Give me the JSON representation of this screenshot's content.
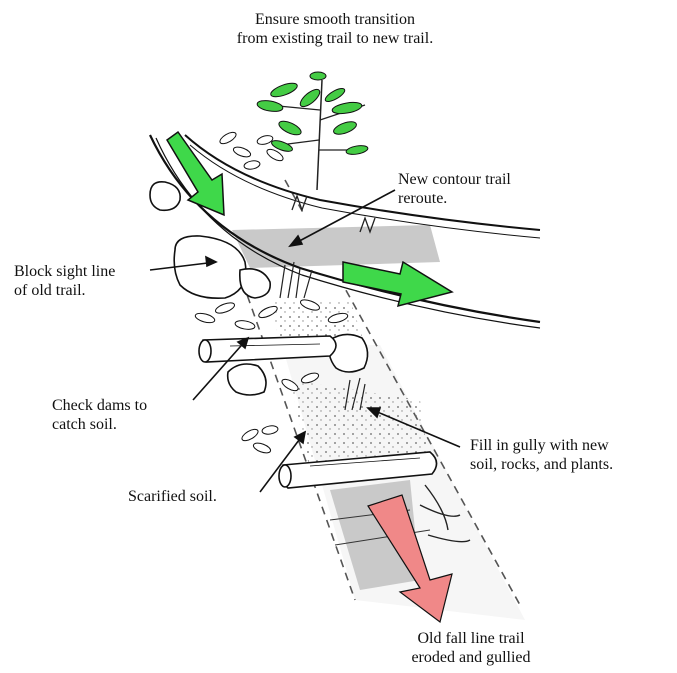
{
  "labels": {
    "top": {
      "line1": "Ensure smooth transition",
      "line2": "from existing trail to new trail."
    },
    "contour": {
      "line1": "New contour trail",
      "line2": "reroute."
    },
    "block": {
      "line1": "Block sight line",
      "line2": "of old trail."
    },
    "check": {
      "line1": "Check dams to",
      "line2": "catch soil."
    },
    "fill": {
      "line1": "Fill  in gully with new",
      "line2": "soil, rocks, and plants."
    },
    "scarified": {
      "line1": "Scarified soil."
    },
    "old": {
      "line1": "Old fall line trail",
      "line2": "eroded and gullied"
    }
  },
  "colors": {
    "green_arrow": "#3fd84a",
    "red_arrow": "#f08888",
    "shade": "#c9c9c9",
    "ink": "#111111",
    "leaf_green": "#44cc44"
  },
  "icons": {
    "direction_arrows": "arrow-icon",
    "plant": "plant-icon"
  }
}
